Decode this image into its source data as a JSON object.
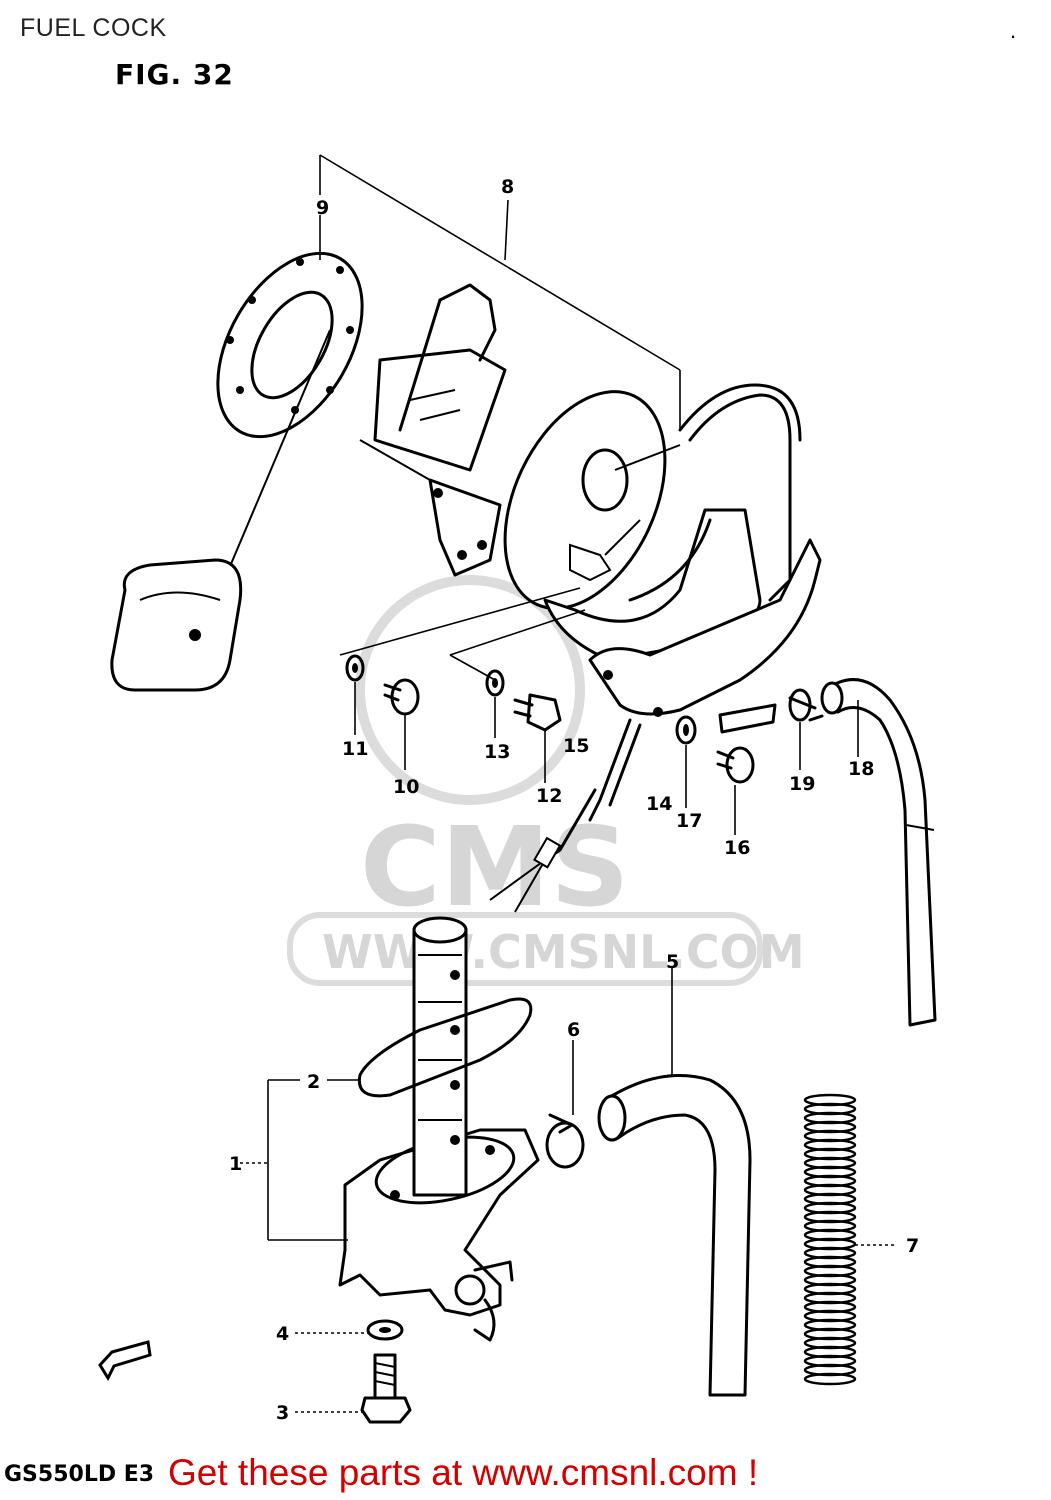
{
  "header": {
    "title": "FUEL COCK",
    "mark": "."
  },
  "figure": {
    "label": "FIG. 32"
  },
  "watermark": {
    "brand": "CMS",
    "url": "WWW.CMSNL.COM"
  },
  "callouts": {
    "c1": "1",
    "c2": "2",
    "c3": "3",
    "c4": "4",
    "c5": "5",
    "c6": "6",
    "c7": "7",
    "c8": "8",
    "c9": "9",
    "c10": "10",
    "c11": "11",
    "c12": "12",
    "c13": "13",
    "c14": "14",
    "c15": "15",
    "c16": "16",
    "c17": "17",
    "c18": "18",
    "c19": "19"
  },
  "footer": {
    "model_code": "GS550LD E3",
    "promo_text": "Get these parts at www.cmsnl.com !"
  },
  "colors": {
    "promo": "#d40000",
    "watermark": "#d6d6d6",
    "ink": "#000000"
  }
}
